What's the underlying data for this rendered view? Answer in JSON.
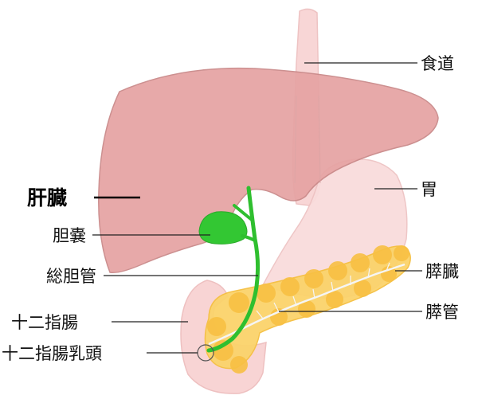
{
  "labels": {
    "esophagus": "食道",
    "liver": "肝臓",
    "stomach": "胃",
    "gallbladder": "胆嚢",
    "pancreas": "膵臓",
    "common_bile_duct": "総胆管",
    "pancreatic_duct": "膵管",
    "duodenum": "十二指腸",
    "duodenal_papilla": "十二指腸乳頭"
  },
  "colors": {
    "liver": "#e6a3a3",
    "liver_edge": "#c98888",
    "stomach": "#f9dcdc",
    "stomach_edge": "#eec3c3",
    "esophagus": "#f8d6d6",
    "gallbladder": "#33c733",
    "bile_duct": "#2fbf2f",
    "pancreas": "#fbd36b",
    "pancreas_lobe": "#f8c043",
    "pancreatic_duct": "#f5f5f5",
    "duodenum": "#f8d4d4"
  }
}
